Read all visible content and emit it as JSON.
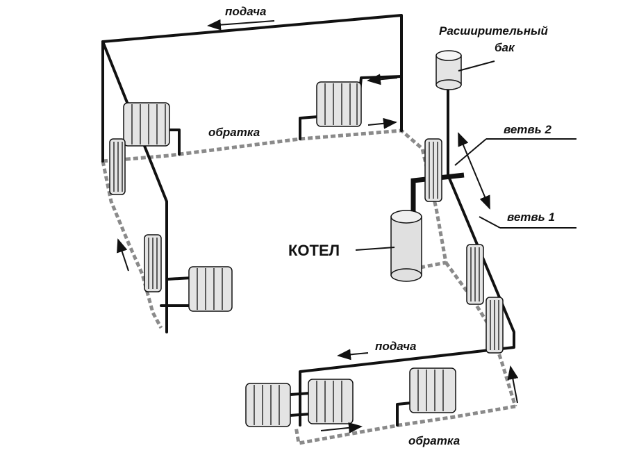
{
  "labels": {
    "supply_top": "подача",
    "supply_bottom": "подача",
    "return_top": "обратка",
    "return_bottom": "обратка",
    "expansion_tank_line1": "Расширительный",
    "expansion_tank_line2": "бак",
    "branch_2": "ветвь 2",
    "branch_1": "ветвь 1",
    "boiler": "КОТЕЛ"
  },
  "colors": {
    "supply_pipe": "#111111",
    "return_pipe": "#8a8a8a",
    "radiator_fill": "#e4e4e4",
    "background": "#ffffff"
  }
}
